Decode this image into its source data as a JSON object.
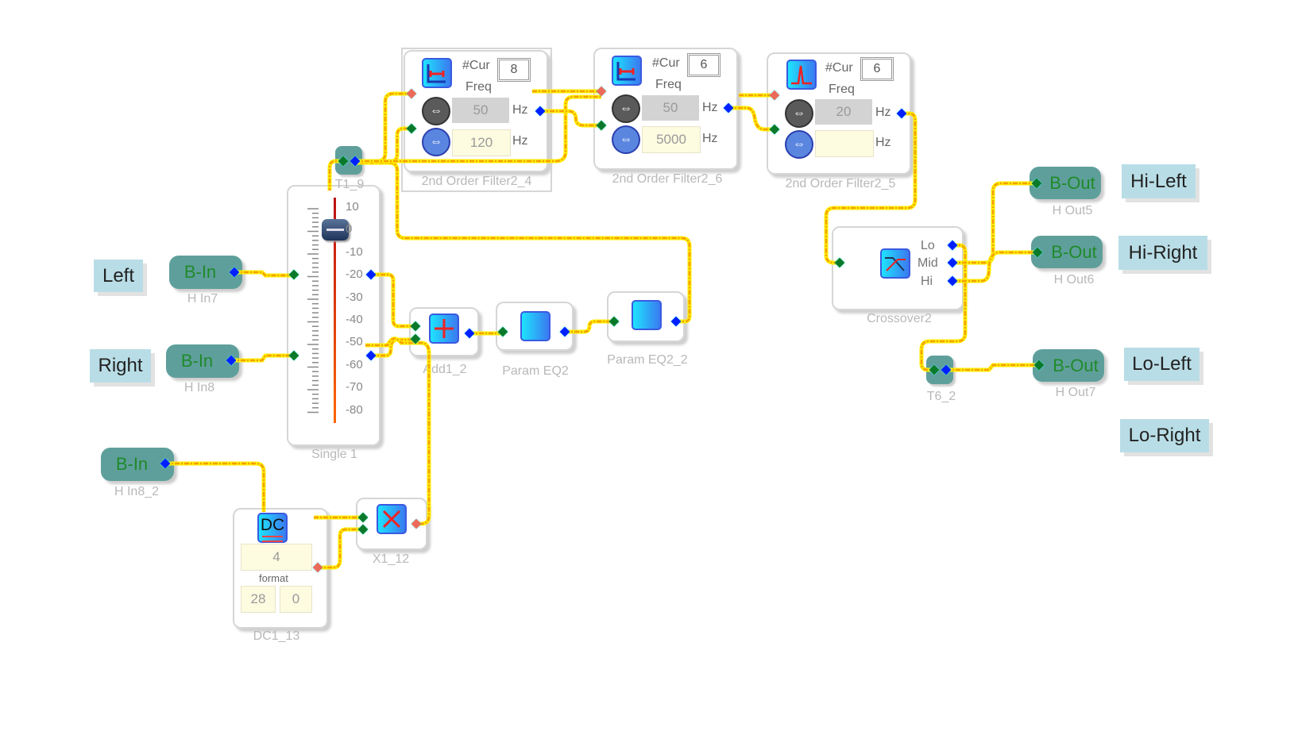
{
  "colors": {
    "wire": "#f5a000",
    "wire_glow": "#ffee00",
    "block_io": "#5f9f9b",
    "label_bg": "#b9dde6",
    "pin_in": "#0a7a2a",
    "pin_out": "#0020ff",
    "pin_ctrl": "#ec6a5a"
  },
  "labels": {
    "left": "Left",
    "right": "Right",
    "hi_left": "Hi-Left",
    "hi_right": "Hi-Right",
    "lo_left": "Lo-Left",
    "lo_right": "Lo-Right"
  },
  "inputs": [
    {
      "text": "B-In",
      "name": "H In7"
    },
    {
      "text": "B-In",
      "name": "H In8"
    },
    {
      "text": "B-In",
      "name": "H In8_2"
    }
  ],
  "outputs": [
    {
      "text": "B-Out",
      "name": "H Out5"
    },
    {
      "text": "B-Out",
      "name": "H Out6"
    },
    {
      "text": "B-Out",
      "name": "H Out7"
    }
  ],
  "filters": [
    {
      "name": "2nd Order Filter2_4",
      "cur_label": "#Cur",
      "cur": "8",
      "freq_label": "Freq",
      "f1": "50",
      "f2": "120",
      "unit": "Hz",
      "icon": "notch-filter-icon"
    },
    {
      "name": "2nd Order Filter2_6",
      "cur_label": "#Cur",
      "cur": "6",
      "freq_label": "Freq",
      "f1": "50",
      "f2": "5000",
      "unit": "Hz",
      "icon": "notch-filter-icon"
    },
    {
      "name": "2nd Order Filter2_5",
      "cur_label": "#Cur",
      "cur": "6",
      "freq_label": "Freq",
      "f1": "20",
      "f2": "",
      "unit": "Hz",
      "icon": "peak-filter-icon"
    }
  ],
  "tees": [
    {
      "name": "T1_9"
    },
    {
      "name": "T6_2"
    }
  ],
  "slider": {
    "name": "Single 1",
    "scale": [
      "10",
      "0",
      "-10",
      "-20",
      "-30",
      "-40",
      "-50",
      "-60",
      "-70",
      "-80"
    ],
    "value_db": 0
  },
  "adder": {
    "name": "Add1_2"
  },
  "eqs": [
    {
      "name": "Param EQ2"
    },
    {
      "name": "Param EQ2_2"
    }
  ],
  "crossover": {
    "name": "Crossover2",
    "outs": [
      "Lo",
      "Mid",
      "Hi"
    ]
  },
  "dc": {
    "name": "DC1_13",
    "icon_text": "DC",
    "value": "4",
    "format_label": "format",
    "format_a": "28",
    "format_b": "0"
  },
  "mult": {
    "name": "X1_12"
  }
}
